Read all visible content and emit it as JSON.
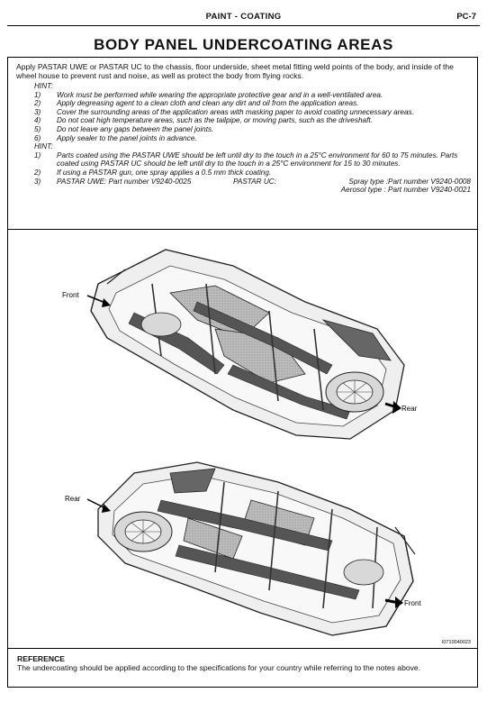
{
  "header": {
    "section": "PAINT - COATING",
    "page": "PC-7"
  },
  "title": "BODY PANEL UNDERCOATING AREAS",
  "intro": "Apply PASTAR UWE or PASTAR UC to the chassis, floor underside, sheet metal fitting weld points of the body, and inside of the wheel house to prevent rust and noise, as well as protect the body from flying rocks.",
  "hint_label": "HINT:",
  "instructions": [
    {
      "num": "1)",
      "text": "Work must be performed while wearing the appropriate protective gear and in a well-ventilated area."
    },
    {
      "num": "2)",
      "text": "Apply degreasing agent to a clean cloth and clean any dirt and oil from the application areas."
    },
    {
      "num": "3)",
      "text": "Cover the surrounding areas of the application areas with masking paper to avoid coating unnecessary areas."
    },
    {
      "num": "4)",
      "text": "Do not coat high temperature areas, such as the tailpipe, or moving parts, such as the driveshaft."
    },
    {
      "num": "5)",
      "text": "Do not leave any gaps between the panel joints."
    },
    {
      "num": "6)",
      "text": "Apply sealer to the panel joints in advance."
    }
  ],
  "hint2_label": "HINT:",
  "hints": [
    {
      "num": "1)",
      "text": "Parts coated using the PASTAR UWE should be left until dry to the touch in a 25°C environment for 60 to 75 minutes. Parts coated using PASTAR UC should be left until dry to the touch in a 25°C environment for 15 to 30 minutes."
    },
    {
      "num": "2)",
      "text": "If using a PASTAR gun, one spray applies a 0.5 mm thick coating."
    }
  ],
  "parts": {
    "num": "3)",
    "uwe": "PASTAR UWE: Part number V9240-0025",
    "uc_label": "PASTAR UC:",
    "spray": "Spray type   :Part number V9240-0008",
    "aerosol": "Aerosol type : Part number V9240-0021"
  },
  "figure": {
    "top_front": "Front",
    "top_rear": "Rear",
    "bottom_rear": "Rear",
    "bottom_front": "Front",
    "code": "I0710040023"
  },
  "reference": {
    "title": "REFERENCE",
    "text": "The undercoating should be applied according to the specifications for your country while referring to the notes above."
  }
}
